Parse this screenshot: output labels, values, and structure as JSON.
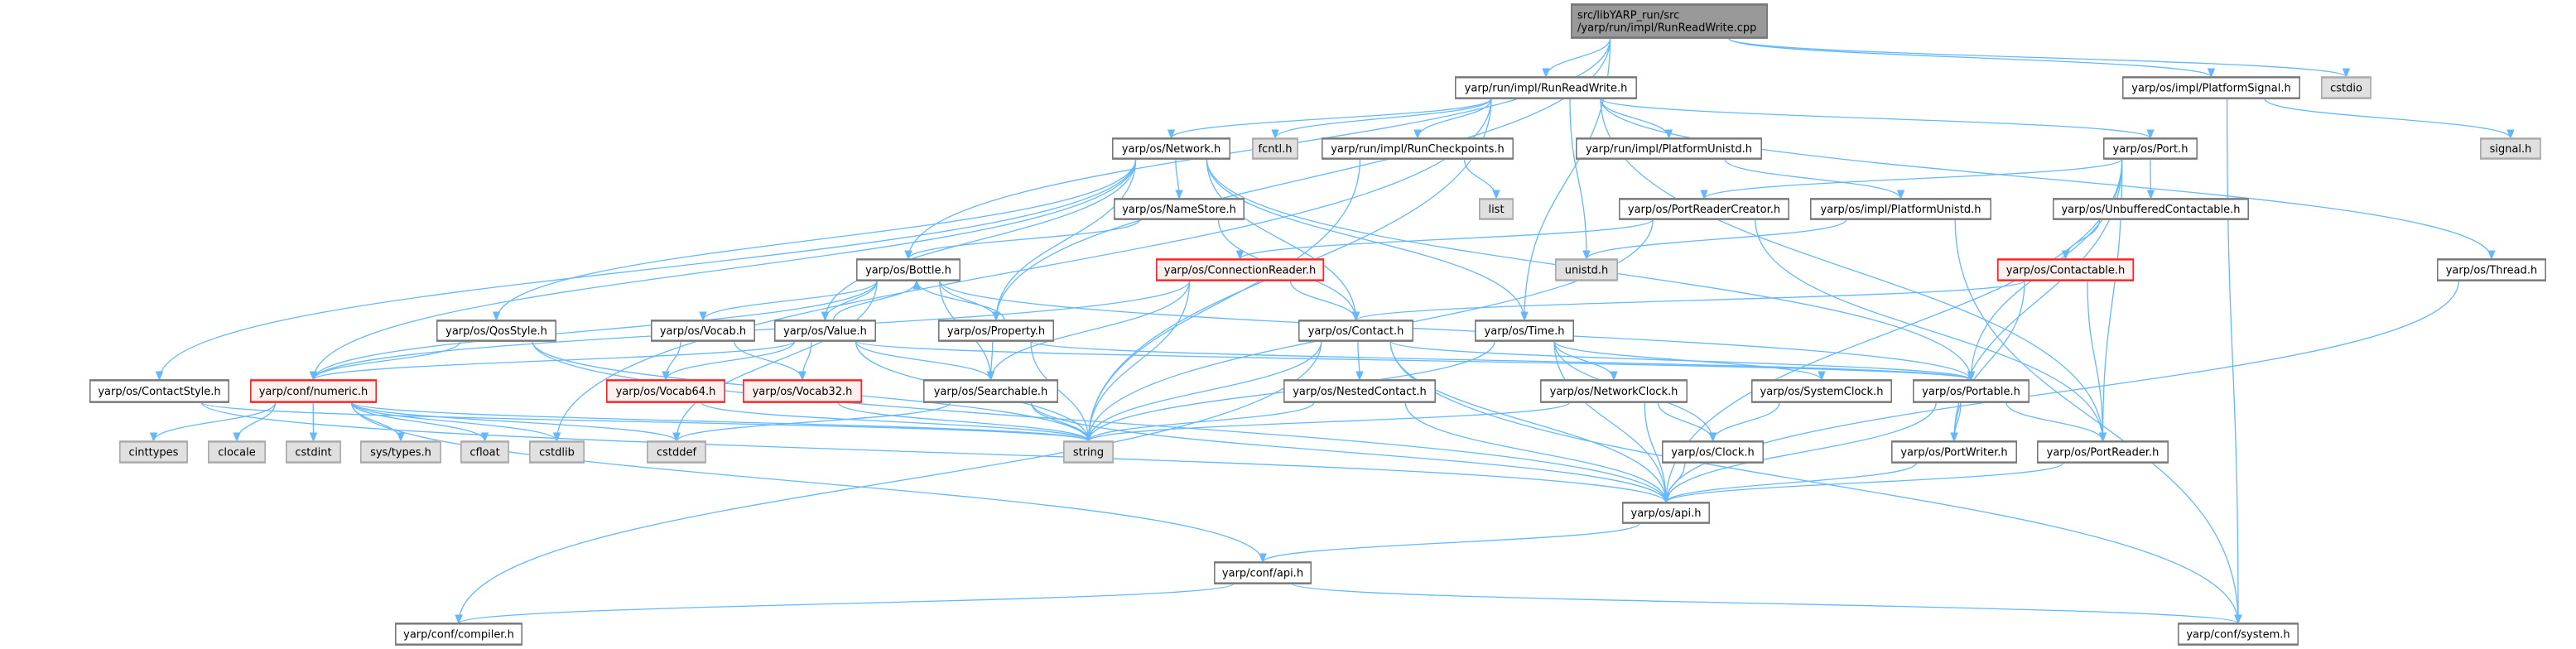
{
  "title": "RunReadWrite.cpp include dependency graph",
  "colors": {
    "edge": "#63b8ff",
    "root_fill": "#999999",
    "external_fill": "#e0e0e0",
    "red_border": "#ff0000",
    "red_fill": "#fff0f0"
  },
  "nodes": [
    {
      "id": "root",
      "label": [
        "src/libYARP_run/src",
        "/yarp/run/impl/RunReadWrite.cpp"
      ],
      "style": "root"
    },
    {
      "id": "rrw_h",
      "label": [
        "yarp/run/impl/RunReadWrite.h"
      ],
      "style": "normal"
    },
    {
      "id": "psignal",
      "label": [
        "yarp/os/impl/PlatformSignal.h"
      ],
      "style": "normal"
    },
    {
      "id": "cstdio",
      "label": [
        "cstdio"
      ],
      "style": "external"
    },
    {
      "id": "network",
      "label": [
        "yarp/os/Network.h"
      ],
      "style": "normal"
    },
    {
      "id": "fcntl",
      "label": [
        "fcntl.h"
      ],
      "style": "external"
    },
    {
      "id": "runchk",
      "label": [
        "yarp/run/impl/RunCheckpoints.h"
      ],
      "style": "normal"
    },
    {
      "id": "runpu",
      "label": [
        "yarp/run/impl/PlatformUnistd.h"
      ],
      "style": "normal"
    },
    {
      "id": "port",
      "label": [
        "yarp/os/Port.h"
      ],
      "style": "normal"
    },
    {
      "id": "signal",
      "label": [
        "signal.h"
      ],
      "style": "external"
    },
    {
      "id": "namestore",
      "label": [
        "yarp/os/NameStore.h"
      ],
      "style": "normal"
    },
    {
      "id": "list",
      "label": [
        "list"
      ],
      "style": "external"
    },
    {
      "id": "prc",
      "label": [
        "yarp/os/PortReaderCreator.h"
      ],
      "style": "normal"
    },
    {
      "id": "implpu",
      "label": [
        "yarp/os/impl/PlatformUnistd.h"
      ],
      "style": "normal"
    },
    {
      "id": "unbuf",
      "label": [
        "yarp/os/UnbufferedContactable.h"
      ],
      "style": "normal"
    },
    {
      "id": "bottle",
      "label": [
        "yarp/os/Bottle.h"
      ],
      "style": "normal"
    },
    {
      "id": "connreader",
      "label": [
        "yarp/os/ConnectionReader.h"
      ],
      "style": "red"
    },
    {
      "id": "unistd",
      "label": [
        "unistd.h"
      ],
      "style": "external"
    },
    {
      "id": "contactable",
      "label": [
        "yarp/os/Contactable.h"
      ],
      "style": "red"
    },
    {
      "id": "thread",
      "label": [
        "yarp/os/Thread.h"
      ],
      "style": "normal"
    },
    {
      "id": "qos",
      "label": [
        "yarp/os/QosStyle.h"
      ],
      "style": "normal"
    },
    {
      "id": "vocab",
      "label": [
        "yarp/os/Vocab.h"
      ],
      "style": "normal"
    },
    {
      "id": "value",
      "label": [
        "yarp/os/Value.h"
      ],
      "style": "normal"
    },
    {
      "id": "property",
      "label": [
        "yarp/os/Property.h"
      ],
      "style": "normal"
    },
    {
      "id": "contact",
      "label": [
        "yarp/os/Contact.h"
      ],
      "style": "normal"
    },
    {
      "id": "time",
      "label": [
        "yarp/os/Time.h"
      ],
      "style": "normal"
    },
    {
      "id": "contactstyle",
      "label": [
        "yarp/os/ContactStyle.h"
      ],
      "style": "normal"
    },
    {
      "id": "numeric",
      "label": [
        "yarp/conf/numeric.h"
      ],
      "style": "red"
    },
    {
      "id": "vocab64",
      "label": [
        "yarp/os/Vocab64.h"
      ],
      "style": "red"
    },
    {
      "id": "vocab32",
      "label": [
        "yarp/os/Vocab32.h"
      ],
      "style": "red"
    },
    {
      "id": "searchable",
      "label": [
        "yarp/os/Searchable.h"
      ],
      "style": "normal"
    },
    {
      "id": "nested",
      "label": [
        "yarp/os/NestedContact.h"
      ],
      "style": "normal"
    },
    {
      "id": "netclock",
      "label": [
        "yarp/os/NetworkClock.h"
      ],
      "style": "normal"
    },
    {
      "id": "sysclock",
      "label": [
        "yarp/os/SystemClock.h"
      ],
      "style": "normal"
    },
    {
      "id": "portable",
      "label": [
        "yarp/os/Portable.h"
      ],
      "style": "normal"
    },
    {
      "id": "cinttypes",
      "label": [
        "cinttypes"
      ],
      "style": "external"
    },
    {
      "id": "clocale",
      "label": [
        "clocale"
      ],
      "style": "external"
    },
    {
      "id": "cstdint",
      "label": [
        "cstdint"
      ],
      "style": "external"
    },
    {
      "id": "systypes",
      "label": [
        "sys/types.h"
      ],
      "style": "external"
    },
    {
      "id": "cfloat",
      "label": [
        "cfloat"
      ],
      "style": "external"
    },
    {
      "id": "cstdlib",
      "label": [
        "cstdlib"
      ],
      "style": "external"
    },
    {
      "id": "cstddef",
      "label": [
        "cstddef"
      ],
      "style": "external"
    },
    {
      "id": "string",
      "label": [
        "string"
      ],
      "style": "external"
    },
    {
      "id": "clock",
      "label": [
        "yarp/os/Clock.h"
      ],
      "style": "normal"
    },
    {
      "id": "portwriter",
      "label": [
        "yarp/os/PortWriter.h"
      ],
      "style": "normal"
    },
    {
      "id": "portreader",
      "label": [
        "yarp/os/PortReader.h"
      ],
      "style": "normal"
    },
    {
      "id": "osapi",
      "label": [
        "yarp/os/api.h"
      ],
      "style": "normal"
    },
    {
      "id": "confapi",
      "label": [
        "yarp/conf/api.h"
      ],
      "style": "normal"
    },
    {
      "id": "compiler",
      "label": [
        "yarp/conf/compiler.h"
      ],
      "style": "normal"
    },
    {
      "id": "system",
      "label": [
        "yarp/conf/system.h"
      ],
      "style": "normal"
    }
  ],
  "edges": [
    [
      "root",
      "rrw_h"
    ],
    [
      "root",
      "psignal"
    ],
    [
      "root",
      "cstdio"
    ],
    [
      "root",
      "bottle"
    ],
    [
      "root",
      "property"
    ],
    [
      "root",
      "time"
    ],
    [
      "rrw_h",
      "network"
    ],
    [
      "rrw_h",
      "fcntl"
    ],
    [
      "rrw_h",
      "runchk"
    ],
    [
      "rrw_h",
      "runpu"
    ],
    [
      "rrw_h",
      "port"
    ],
    [
      "rrw_h",
      "unistd"
    ],
    [
      "rrw_h",
      "string"
    ],
    [
      "rrw_h",
      "cstdlib"
    ],
    [
      "rrw_h",
      "thread"
    ],
    [
      "rrw_h",
      "portreader"
    ],
    [
      "psignal",
      "signal"
    ],
    [
      "psignal",
      "system"
    ],
    [
      "network",
      "namestore"
    ],
    [
      "network",
      "contact"
    ],
    [
      "network",
      "contactstyle"
    ],
    [
      "network",
      "qos"
    ],
    [
      "network",
      "value"
    ],
    [
      "network",
      "property"
    ],
    [
      "network",
      "time"
    ],
    [
      "network",
      "portable"
    ],
    [
      "network",
      "numeric"
    ],
    [
      "runchk",
      "list"
    ],
    [
      "runchk",
      "string"
    ],
    [
      "runpu",
      "implpu"
    ],
    [
      "port",
      "prc"
    ],
    [
      "port",
      "unbuf"
    ],
    [
      "port",
      "portable"
    ],
    [
      "port",
      "portwriter"
    ],
    [
      "port",
      "portreader"
    ],
    [
      "port",
      "osapi"
    ],
    [
      "namestore",
      "bottle"
    ],
    [
      "namestore",
      "contact"
    ],
    [
      "prc",
      "connreader"
    ],
    [
      "prc",
      "string"
    ],
    [
      "prc",
      "portreader"
    ],
    [
      "implpu",
      "unistd"
    ],
    [
      "implpu",
      "system"
    ],
    [
      "unbuf",
      "contactable"
    ],
    [
      "bottle",
      "vocab"
    ],
    [
      "bottle",
      "value"
    ],
    [
      "bottle",
      "property"
    ],
    [
      "bottle",
      "searchable"
    ],
    [
      "bottle",
      "portable"
    ],
    [
      "bottle",
      "numeric"
    ],
    [
      "bottle",
      "cstddef"
    ],
    [
      "connreader",
      "contact"
    ],
    [
      "connreader",
      "searchable"
    ],
    [
      "connreader",
      "string"
    ],
    [
      "connreader",
      "numeric"
    ],
    [
      "contactable",
      "contact"
    ],
    [
      "contactable",
      "portwriter"
    ],
    [
      "contactable",
      "portreader"
    ],
    [
      "thread",
      "osapi"
    ],
    [
      "qos",
      "numeric"
    ],
    [
      "qos",
      "string"
    ],
    [
      "qos",
      "osapi"
    ],
    [
      "vocab",
      "vocab64"
    ],
    [
      "vocab",
      "vocab32"
    ],
    [
      "value",
      "bottle"
    ],
    [
      "value",
      "vocab64"
    ],
    [
      "value",
      "vocab32"
    ],
    [
      "value",
      "searchable"
    ],
    [
      "value",
      "numeric"
    ],
    [
      "value",
      "string"
    ],
    [
      "value",
      "portable"
    ],
    [
      "property",
      "bottle"
    ],
    [
      "property",
      "searchable"
    ],
    [
      "property",
      "string"
    ],
    [
      "property",
      "portable"
    ],
    [
      "contact",
      "nested"
    ],
    [
      "contact",
      "string"
    ],
    [
      "contact",
      "portable"
    ],
    [
      "contact",
      "osapi"
    ],
    [
      "contact",
      "system"
    ],
    [
      "contact",
      "compiler"
    ],
    [
      "time",
      "netclock"
    ],
    [
      "time",
      "sysclock"
    ],
    [
      "time",
      "clock"
    ],
    [
      "time",
      "string"
    ],
    [
      "time",
      "osapi"
    ],
    [
      "contactstyle",
      "string"
    ],
    [
      "contactstyle",
      "osapi"
    ],
    [
      "numeric",
      "cinttypes"
    ],
    [
      "numeric",
      "clocale"
    ],
    [
      "numeric",
      "cstdint"
    ],
    [
      "numeric",
      "systypes"
    ],
    [
      "numeric",
      "cfloat"
    ],
    [
      "numeric",
      "cstdlib"
    ],
    [
      "numeric",
      "cstddef"
    ],
    [
      "numeric",
      "string"
    ],
    [
      "numeric",
      "confapi"
    ],
    [
      "vocab64",
      "string"
    ],
    [
      "vocab32",
      "string"
    ],
    [
      "searchable",
      "string"
    ],
    [
      "searchable",
      "osapi"
    ],
    [
      "searchable",
      "cstddef"
    ],
    [
      "nested",
      "string"
    ],
    [
      "nested",
      "osapi"
    ],
    [
      "netclock",
      "clock"
    ],
    [
      "netclock",
      "osapi"
    ],
    [
      "netclock",
      "string"
    ],
    [
      "sysclock",
      "clock"
    ],
    [
      "portable",
      "portwriter"
    ],
    [
      "portable",
      "portreader"
    ],
    [
      "portable",
      "osapi"
    ],
    [
      "clock",
      "osapi"
    ],
    [
      "portwriter",
      "osapi"
    ],
    [
      "portreader",
      "osapi"
    ],
    [
      "osapi",
      "confapi"
    ],
    [
      "confapi",
      "compiler"
    ],
    [
      "confapi",
      "system"
    ]
  ]
}
